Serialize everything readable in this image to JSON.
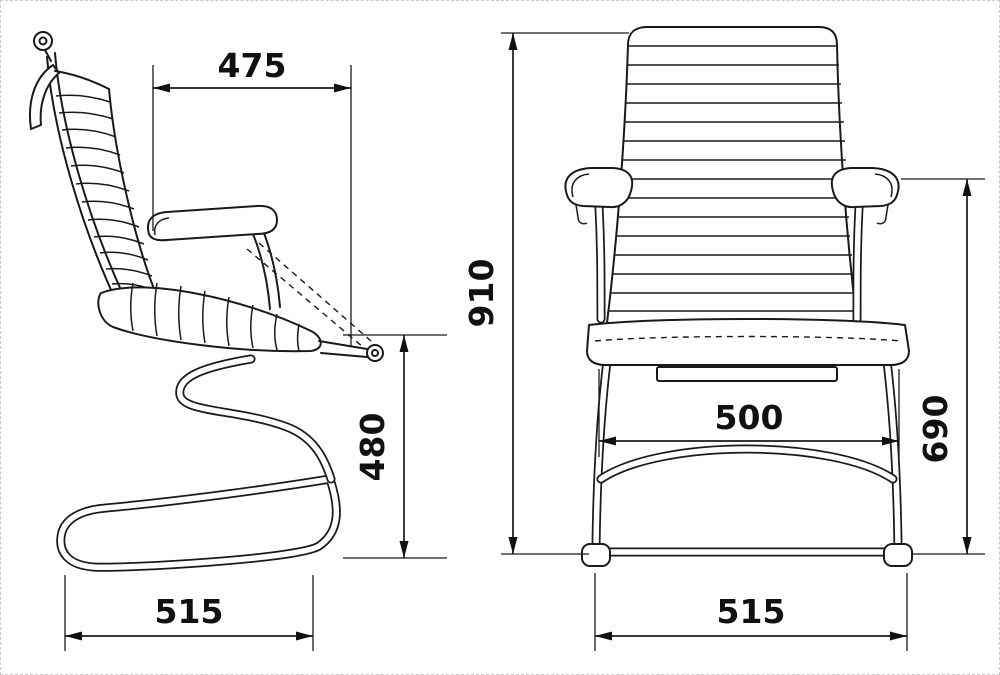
{
  "dims": {
    "side": {
      "top_depth": "475",
      "seat_height": "480",
      "base_depth": "515"
    },
    "front": {
      "overall_height": "910",
      "arm_height": "690",
      "seat_width": "500",
      "base_width": "515"
    }
  }
}
